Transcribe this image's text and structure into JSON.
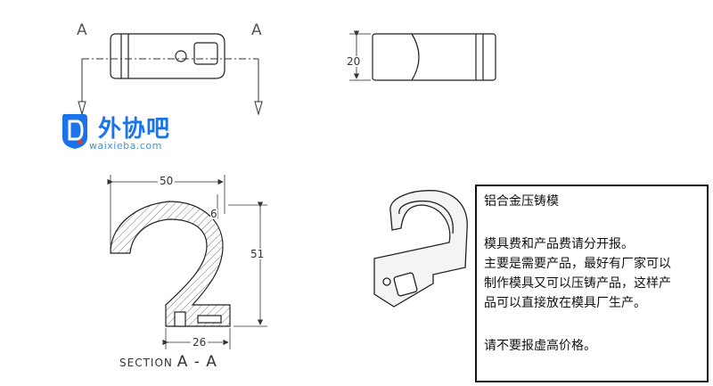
{
  "section_marks": {
    "left": "A",
    "right": "A"
  },
  "logo": {
    "brand": "外协吧",
    "url": "waixieba.com",
    "icon": "shield-d-icon",
    "color": "#1a73e8"
  },
  "dimensions": {
    "width_top": "50",
    "thickness": "6",
    "height": "51",
    "base_width": "26",
    "side_height": "20"
  },
  "section_title": {
    "prefix": "SECTION",
    "label": "A - A"
  },
  "note": {
    "title": "铝合金压铸模",
    "line1": "模具费和产品费请分开报。",
    "line2": "主要是需要产品，最好有厂家可以",
    "line3": "制作模具又可以压铸产品，这样产",
    "line4": "品可以直接放在模具厂生产。",
    "line5": "请不要报虚高价格。"
  }
}
